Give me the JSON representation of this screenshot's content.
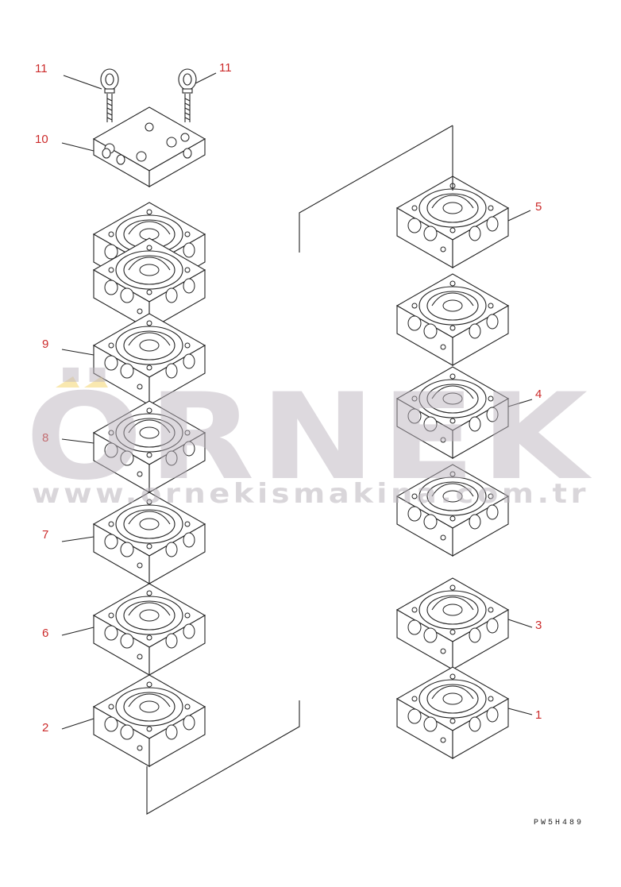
{
  "parts": [
    {
      "id": "p11a",
      "label": "11"
    },
    {
      "id": "p11b",
      "label": "11"
    },
    {
      "id": "p10",
      "label": "10"
    },
    {
      "id": "p9",
      "label": "9"
    },
    {
      "id": "p8",
      "label": "8"
    },
    {
      "id": "p7",
      "label": "7"
    },
    {
      "id": "p6",
      "label": "6"
    },
    {
      "id": "p2",
      "label": "2"
    },
    {
      "id": "p5",
      "label": "5"
    },
    {
      "id": "p4",
      "label": "4"
    },
    {
      "id": "p3",
      "label": "3"
    },
    {
      "id": "p1",
      "label": "1"
    }
  ],
  "drawing_code": "PW5H489",
  "watermark": {
    "brand": "ÖRNEK",
    "url": "www.ornekismakina.com.tr"
  },
  "colors": {
    "label": "#cc2b2b",
    "line": "#222222",
    "watermark": "#b9b3bb",
    "watermark_accent": "#f3d36a"
  }
}
